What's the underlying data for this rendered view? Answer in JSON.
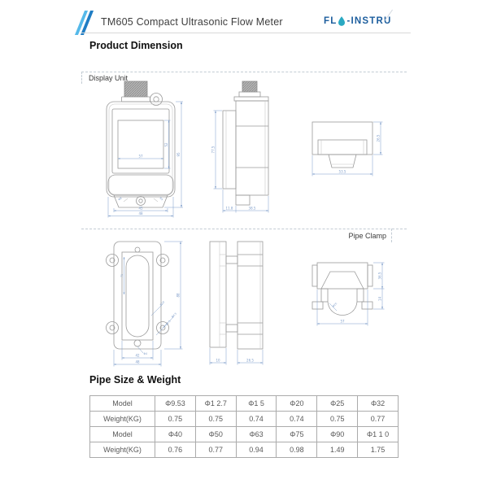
{
  "header": {
    "title": "TM605 Compact Ultrasonic Flow Meter",
    "brand_prefix": "FL",
    "brand_suffix": "-INSTRU"
  },
  "headings": {
    "product_dimension": "Product Dimension",
    "pipe_size_weight": "Pipe Size & Weight"
  },
  "sections": {
    "display_unit_label": "Display Unit",
    "pipe_clamp_label": "Pipe Clamp"
  },
  "drawings": {
    "display_front": {
      "dims": {
        "height": "95",
        "screen_height": "52",
        "screen_width": "57",
        "width_inner": "45",
        "width_outer": "48",
        "leader_left": "Φ8",
        "leader_right": "R4"
      }
    },
    "display_side": {
      "dims": {
        "height": "77.5",
        "depth_front": "11.8",
        "depth_body": "38.5"
      }
    },
    "display_top": {
      "dims": {
        "height": "26.5",
        "width": "53.5"
      }
    },
    "clamp_front": {
      "dims": {
        "height": "88",
        "slot_height": "71",
        "width_inner": "42",
        "width_outer": "48",
        "leader_r": "R10",
        "leader_d": "Φ4.5",
        "leader_c": "11.5",
        "hole": "Φ4"
      }
    },
    "clamp_side": {
      "dims": {
        "depth_front": "10",
        "depth_body": "26.5"
      }
    },
    "clamp_saddle": {
      "dims": {
        "height_upper": "36.5",
        "height_lower": "14",
        "width": "57",
        "leader": "Φ25"
      }
    }
  },
  "table": {
    "rows": [
      [
        "Model",
        "Φ9.53",
        "Φ1 2.7",
        "Φ1 5",
        "Φ20",
        "Φ25",
        "Φ32"
      ],
      [
        "Weight(KG)",
        "0.75",
        "0.75",
        "0.74",
        "0.74",
        "0.75",
        "0.77"
      ],
      [
        "Model",
        "Φ40",
        "Φ50",
        "Φ63",
        "Φ75",
        "Φ90",
        "Φ1 1 0"
      ],
      [
        "Weight(KG)",
        "0.76",
        "0.77",
        "0.94",
        "0.98",
        "1.49",
        "1.75"
      ]
    ]
  },
  "colors": {
    "accent_blue_light": "#55b9e9",
    "accent_blue_dark": "#1f7dc4",
    "brand_blue": "#1d5e9e",
    "dimension_blue": "#7d9cc9",
    "drawing_gray": "#9a9a9a"
  }
}
